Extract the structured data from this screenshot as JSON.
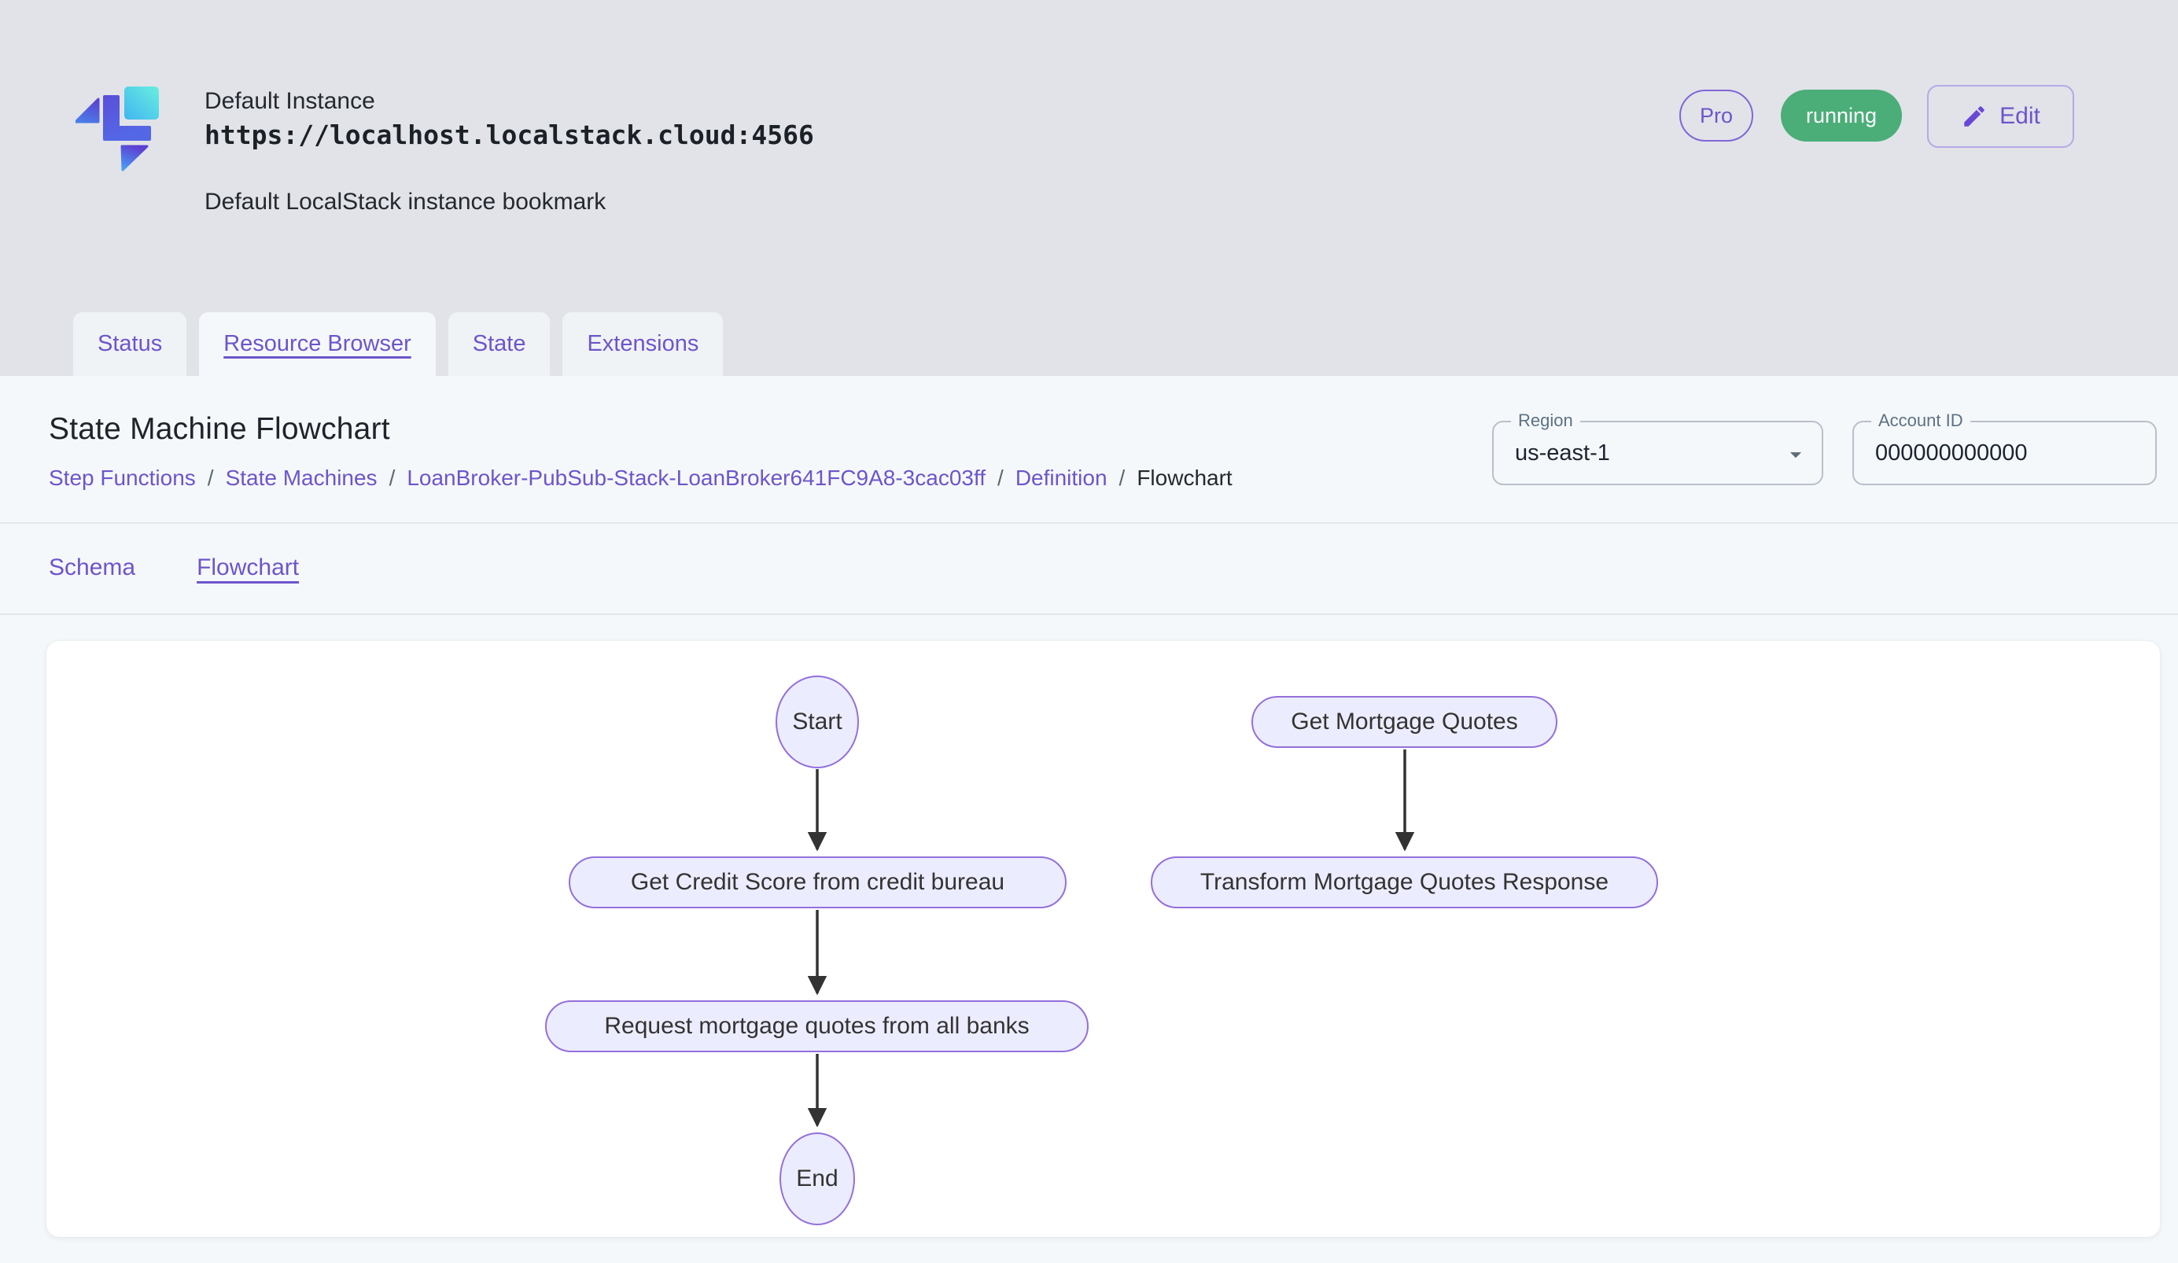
{
  "header": {
    "instance_name": "Default Instance",
    "instance_url": "https://localhost.localstack.cloud:4566",
    "instance_description": "Default LocalStack instance bookmark",
    "pro_badge": "Pro",
    "status_badge": "running",
    "edit_button": "Edit"
  },
  "tabs": [
    {
      "label": "Status",
      "active": false
    },
    {
      "label": "Resource Browser",
      "active": true
    },
    {
      "label": "State",
      "active": false
    },
    {
      "label": "Extensions",
      "active": false
    }
  ],
  "page": {
    "title": "State Machine Flowchart",
    "separator": "/",
    "breadcrumb": [
      {
        "label": "Step Functions",
        "link": true
      },
      {
        "label": "State Machines",
        "link": true
      },
      {
        "label": "LoanBroker-PubSub-Stack-LoanBroker641FC9A8-3cac03ff",
        "link": true
      },
      {
        "label": "Definition",
        "link": true
      },
      {
        "label": "Flowchart",
        "link": false
      }
    ],
    "region_field": {
      "label": "Region",
      "value": "us-east-1"
    },
    "account_field": {
      "label": "Account ID",
      "value": "000000000000"
    }
  },
  "subtabs": [
    {
      "label": "Schema",
      "active": false
    },
    {
      "label": "Flowchart",
      "active": true
    }
  ],
  "flowchart": {
    "nodes": {
      "start": {
        "label": "Start",
        "shape": "ellipse"
      },
      "get_credit_score": {
        "label": "Get Credit Score from credit bureau",
        "shape": "stadium"
      },
      "request_quotes": {
        "label": "Request mortgage quotes from all banks",
        "shape": "stadium"
      },
      "end": {
        "label": "End",
        "shape": "ellipse"
      },
      "get_mortgage_quotes": {
        "label": "Get Mortgage Quotes",
        "shape": "stadium"
      },
      "transform_response": {
        "label": "Transform Mortgage Quotes Response",
        "shape": "stadium"
      }
    },
    "edges": [
      {
        "from": "start",
        "to": "get_credit_score"
      },
      {
        "from": "get_credit_score",
        "to": "request_quotes"
      },
      {
        "from": "request_quotes",
        "to": "end"
      },
      {
        "from": "get_mortgage_quotes",
        "to": "transform_response"
      }
    ]
  },
  "colors": {
    "accent_purple": "#6D55CB",
    "success_green": "#4BAD78",
    "node_fill": "#ECECFF",
    "node_border": "#9370DB",
    "arrow": "#333333",
    "header_bg": "#E1E3E8",
    "panel_bg": "#F5F8FA"
  }
}
